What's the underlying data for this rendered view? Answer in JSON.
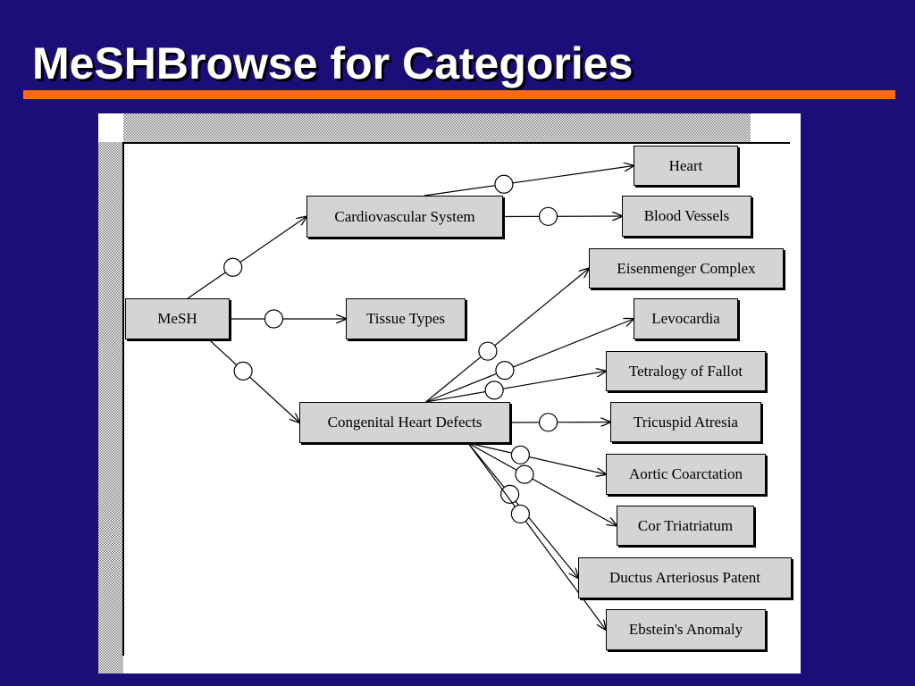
{
  "slide": {
    "title": "MeSHBrowse for Categories",
    "accent_color": "#ff6a10",
    "background_color": "#1a0f78"
  },
  "diagram": {
    "nodes": {
      "mesh": "MeSH",
      "cardiovascular": "Cardiovascular System",
      "tissue": "Tissue Types",
      "congenital": "Congenital Heart Defects",
      "heart": "Heart",
      "blood_vessels": "Blood Vessels",
      "eisenmenger": "Eisenmenger Complex",
      "levocardia": "Levocardia",
      "tetralogy": "Tetralogy of Fallot",
      "tricuspid": "Tricuspid Atresia",
      "aortic": "Aortic Coarctation",
      "cor": "Cor Triatriatum",
      "ductus": "Ductus Arteriosus Patent",
      "ebstein": "Ebstein's Anomaly"
    },
    "edges": [
      [
        "mesh",
        "cardiovascular"
      ],
      [
        "mesh",
        "tissue"
      ],
      [
        "mesh",
        "congenital"
      ],
      [
        "cardiovascular",
        "heart"
      ],
      [
        "cardiovascular",
        "blood_vessels"
      ],
      [
        "congenital",
        "eisenmenger"
      ],
      [
        "congenital",
        "levocardia"
      ],
      [
        "congenital",
        "tetralogy"
      ],
      [
        "congenital",
        "tricuspid"
      ],
      [
        "congenital",
        "aortic"
      ],
      [
        "congenital",
        "cor"
      ],
      [
        "congenital",
        "ductus"
      ],
      [
        "congenital",
        "ebstein"
      ]
    ]
  }
}
